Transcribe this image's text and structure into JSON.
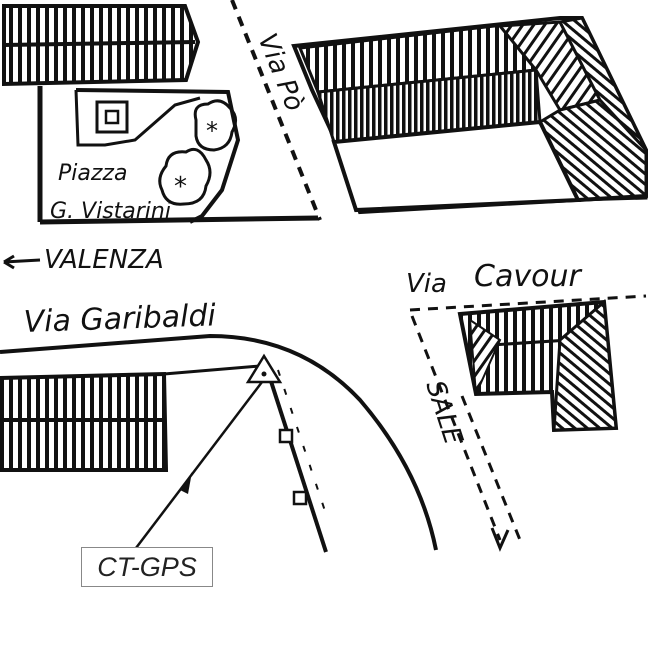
{
  "map": {
    "labels": {
      "via_po": "Via Pò",
      "piazza_line1": "Piazza",
      "piazza_line2": "G. Vistarini",
      "valenza": "VALENZA",
      "via_cavour_1": "Via",
      "via_cavour_2": "Cavour",
      "via_garibaldi": "Via Garibaldi",
      "sale": "SALE"
    },
    "marker": {
      "name": "CT-GPS"
    },
    "colors": {
      "ink": "#111111",
      "paper": "#ffffff",
      "label_border": "#888888"
    }
  }
}
